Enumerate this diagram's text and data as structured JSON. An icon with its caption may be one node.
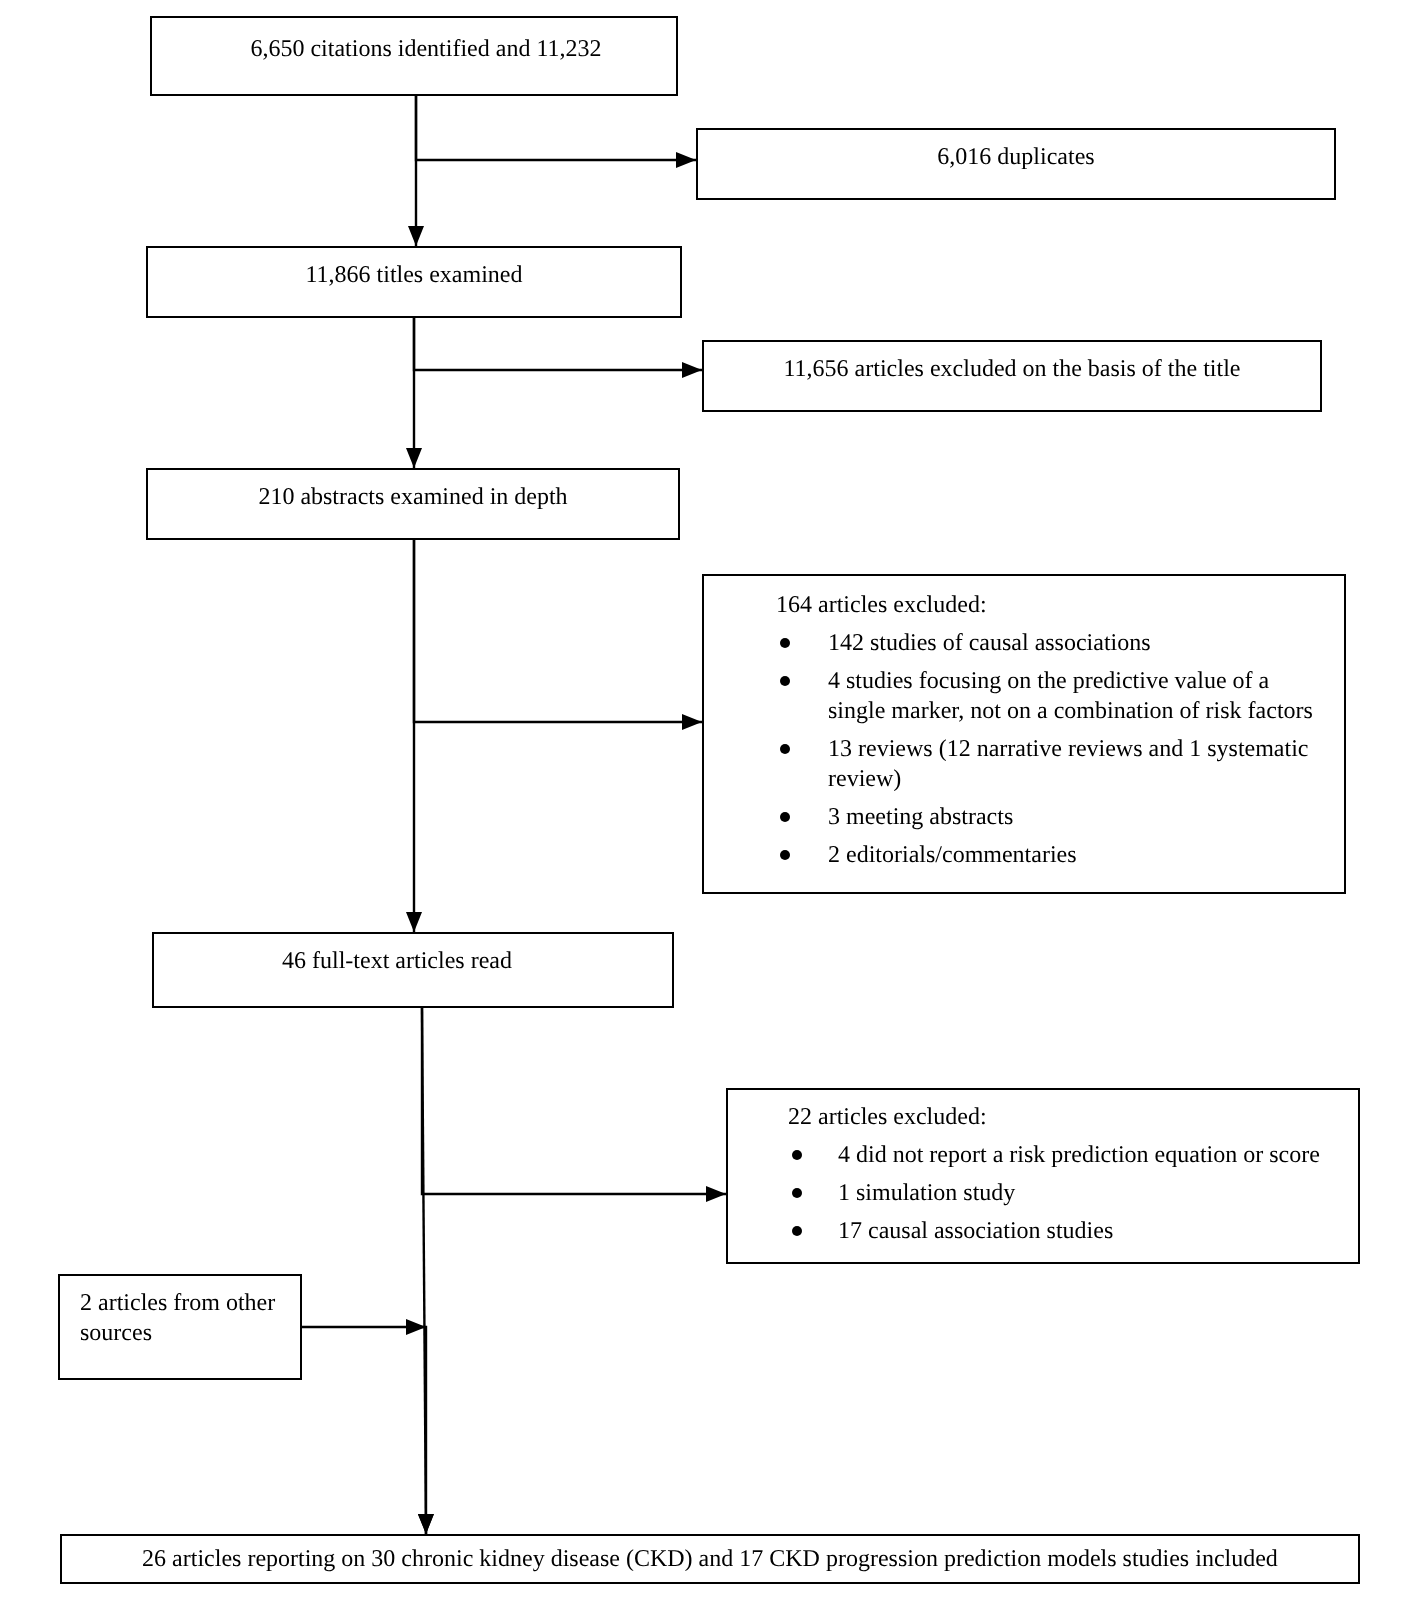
{
  "diagram": {
    "nodes": [
      {
        "text": [
          "6,650 citations identified and 11,232"
        ]
      },
      {
        "text": [
          "6,016 duplicates"
        ]
      },
      {
        "text": [
          "11,866 titles examined"
        ]
      },
      {
        "text": [
          "11,656 articles excluded on the basis of the title"
        ]
      },
      {
        "text": [
          "210 abstracts examined in depth"
        ]
      },
      {
        "text": [
          "164 articles excluded:",
          "142 studies of causal associations",
          "4 studies focusing on the predictive value of a single marker, not on a combination of risk factors",
          "13 reviews (12 narrative reviews and 1 systematic review)",
          "3 meeting abstracts",
          "2 editorials/commentaries"
        ]
      },
      {
        "text": [
          "46 full-text articles read"
        ]
      },
      {
        "text": [
          "22 articles excluded:",
          "4 did not report a risk prediction equation or score",
          "1 simulation study",
          "17 causal association studies"
        ]
      },
      {
        "text": [
          "2 articles from other sources"
        ]
      },
      {
        "text": [
          "26 articles reporting on 30 chronic kidney disease (CKD) and 17 CKD progression prediction models studies included"
        ]
      }
    ],
    "edges": [
      {
        "from": 0,
        "to": 2,
        "arrow": "to"
      },
      {
        "from": 0,
        "to": 1,
        "arrow": "to"
      },
      {
        "from": 2,
        "to": 4,
        "arrow": "to"
      },
      {
        "from": 2,
        "to": 3,
        "arrow": "to"
      },
      {
        "from": 4,
        "to": 6,
        "arrow": "to"
      },
      {
        "from": 4,
        "to": 5,
        "arrow": "to"
      },
      {
        "from": 6,
        "to": 9,
        "arrow": "to"
      },
      {
        "from": 6,
        "to": 7,
        "arrow": "to"
      },
      {
        "from": 8,
        "to": 9,
        "arrow": "to"
      }
    ]
  }
}
